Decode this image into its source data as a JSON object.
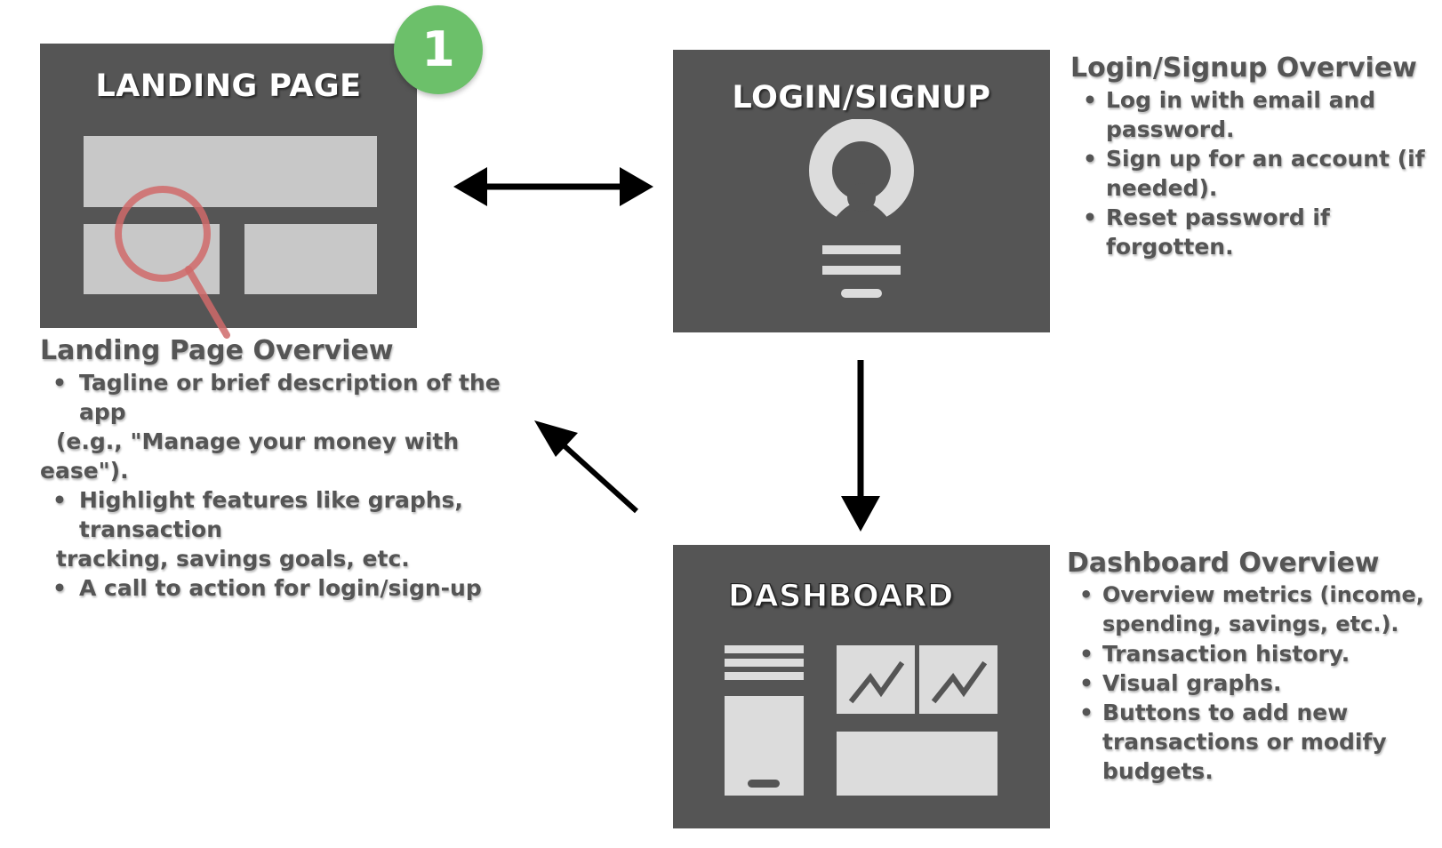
{
  "landing": {
    "panel_title": "LANDING PAGE",
    "badge": "1",
    "overview": {
      "title": "Landing Page Overview",
      "bullet_1": "Tagline or brief description of the app",
      "cont_1a": "(e.g., \"Manage your money with",
      "cont_1b": "ease\").",
      "bullet_2": "Highlight features like graphs, transaction",
      "cont_2": "tracking, savings goals, etc.",
      "bullet_3": "A call to action for login/sign-up"
    }
  },
  "login": {
    "panel_title": "LOGIN/SIGNUP",
    "overview": {
      "title": "Login/Signup Overview",
      "bullets": [
        "Log in with email and password.",
        "Sign up for an account (if needed).",
        "Reset password if forgotten."
      ]
    }
  },
  "dashboard": {
    "panel_title": "DASHBOARD",
    "overview": {
      "title": "Dashboard Overview",
      "bullets": [
        "Overview metrics (income, spending, savings, etc.).",
        "Transaction history.",
        "Visual graphs.",
        "Buttons to add new transactions or modify budgets."
      ]
    }
  },
  "colors": {
    "panel": "#555555",
    "placeholder": "#c8c8c8",
    "badge": "#6cc06a",
    "magnifier": "#d06a6a",
    "text": "#555555"
  },
  "icons": [
    "magnifier-icon",
    "user-avatar-icon",
    "line-chart-icon",
    "double-arrow-icon",
    "down-arrow-icon",
    "diagonal-arrow-icon"
  ]
}
